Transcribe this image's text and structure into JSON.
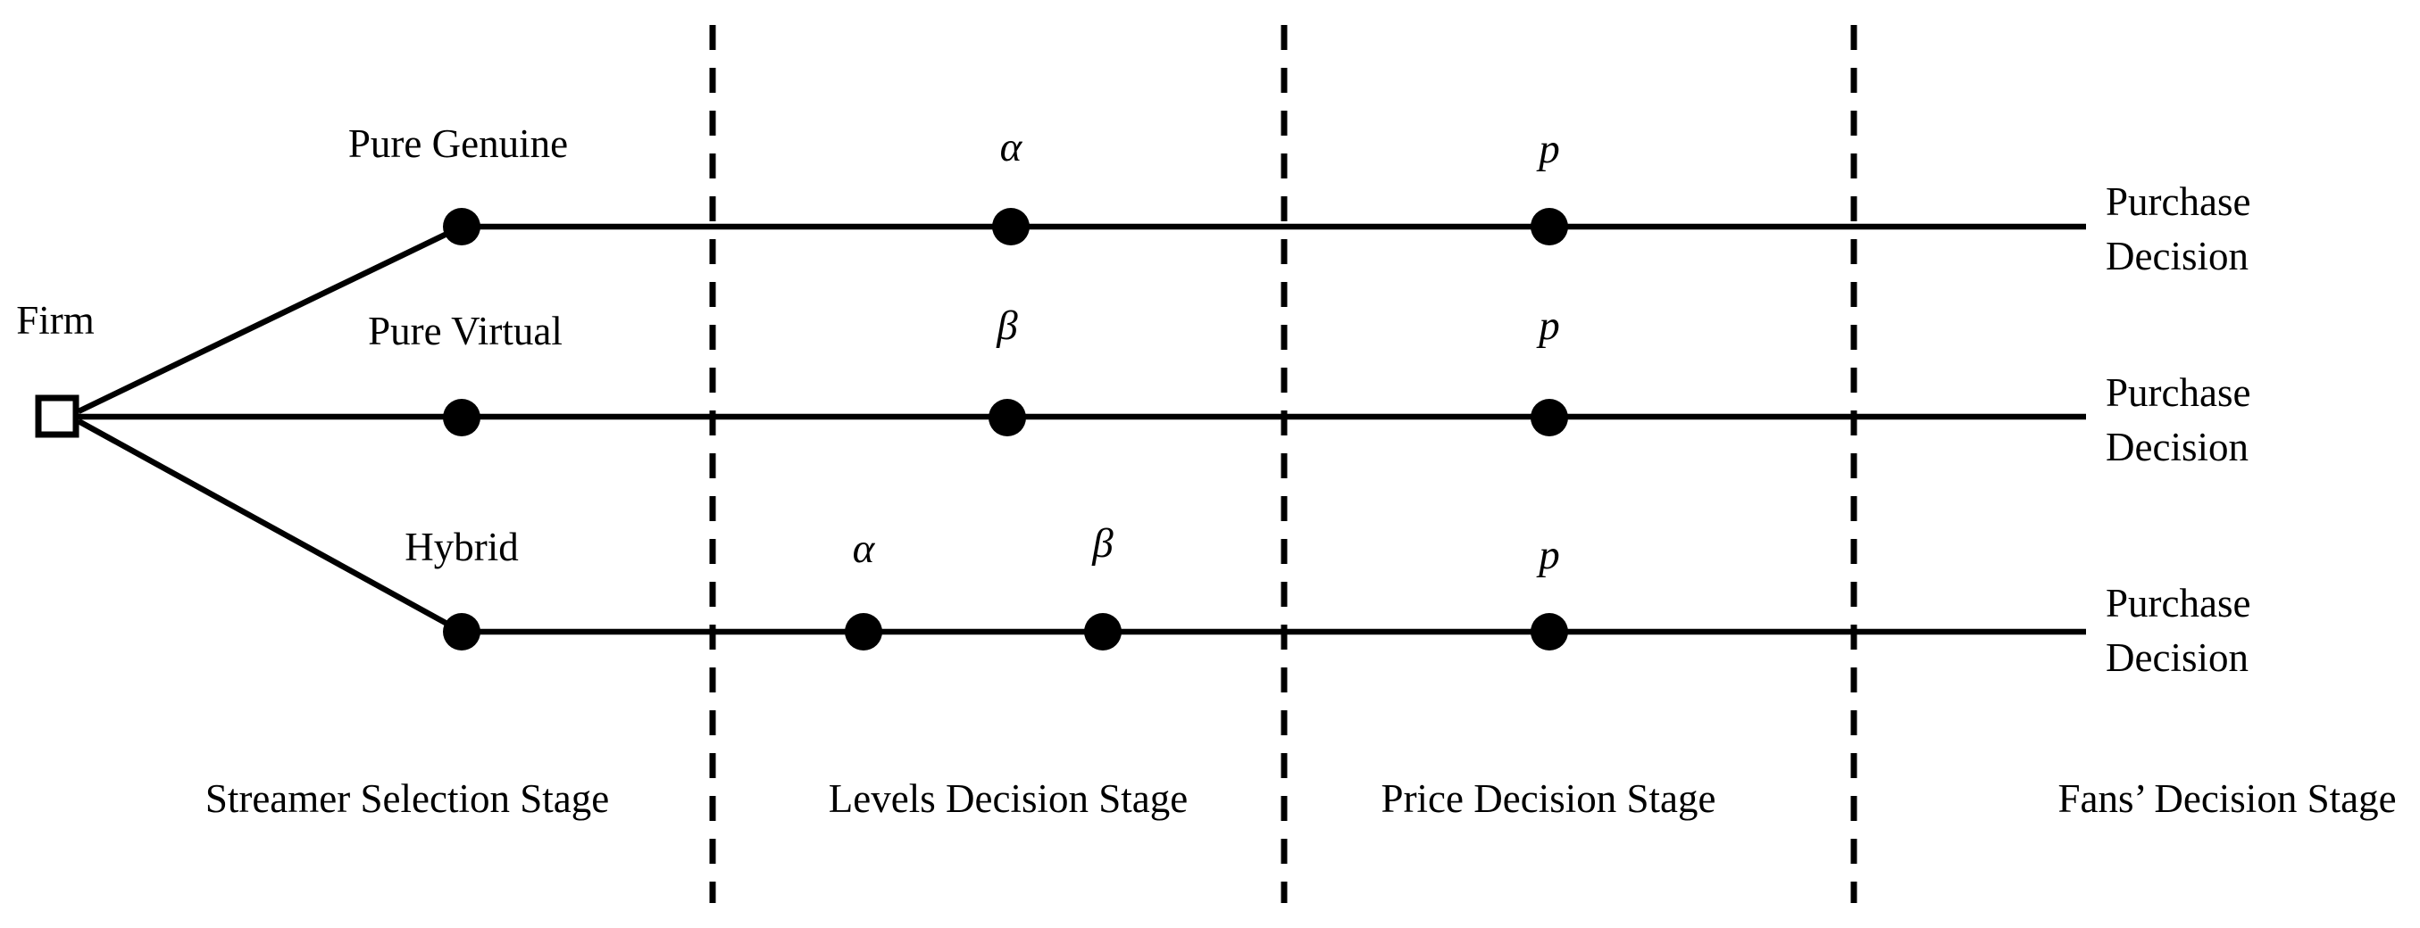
{
  "page": {
    "background_color": "#ffffff",
    "ink_color": "#000000"
  },
  "tree": {
    "root_label": "Firm",
    "branches": [
      {
        "name": "Pure Genuine",
        "levels": [
          "α"
        ],
        "price": "p",
        "outcome_line1": "Purchase",
        "outcome_line2": "Decision"
      },
      {
        "name": "Pure Virtual",
        "levels": [
          "β"
        ],
        "price": "p",
        "outcome_line1": "Purchase",
        "outcome_line2": "Decision"
      },
      {
        "name": "Hybrid",
        "levels": [
          "α",
          "β"
        ],
        "price": "p",
        "outcome_line1": "Purchase",
        "outcome_line2": "Decision"
      }
    ],
    "stages": [
      {
        "label": "Streamer Selection Stage"
      },
      {
        "label": "Levels Decision Stage"
      },
      {
        "label": "Price Decision Stage"
      },
      {
        "label": "Fans’ Decision Stage"
      }
    ]
  }
}
